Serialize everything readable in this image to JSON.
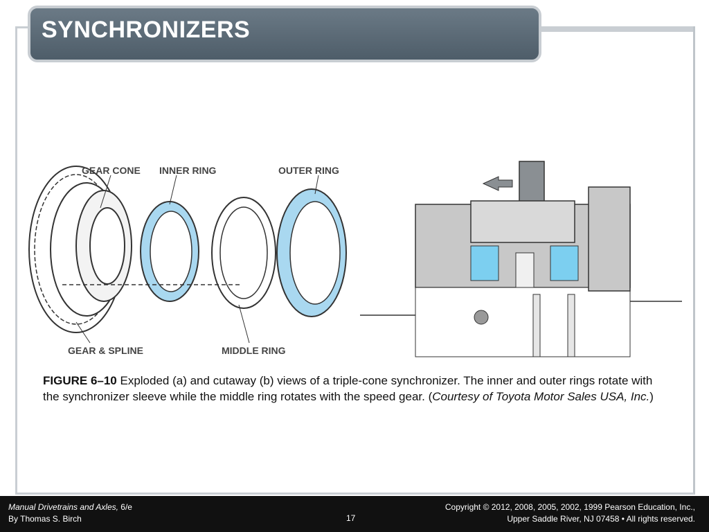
{
  "slide": {
    "title": "SYNCHRONIZERS",
    "figure_labels": {
      "gear_cone": "GEAR CONE",
      "inner_ring": "INNER RING",
      "outer_ring": "OUTER RING",
      "gear_spline": "GEAR & SPLINE",
      "middle_ring": "MIDDLE RING"
    },
    "caption": {
      "figure_number": "FIGURE 6–10",
      "text": " Exploded (a) and cutaway (b) views of a triple-cone synchronizer. The inner and outer rings rotate with the synchronizer sleeve while the middle ring rotates with the speed gear. (",
      "credit": "Courtesy of Toyota Motor Sales USA, Inc.",
      "close": ")"
    }
  },
  "footer": {
    "book_title": "Manual Drivetrains and Axles,",
    "edition": " 6/e",
    "author": "By Thomas S. Birch",
    "page": "17",
    "copyright_line1": "Copyright © 2012, 2008, 2005, 2002, 1999 Pearson Education, Inc.,",
    "copyright_line2": "Upper Saddle River, NJ 07458 • All rights reserved."
  },
  "colors": {
    "title_bar": "#5b6a76",
    "accent_blue": "#a9d8f0",
    "footer_bg": "#111111"
  }
}
